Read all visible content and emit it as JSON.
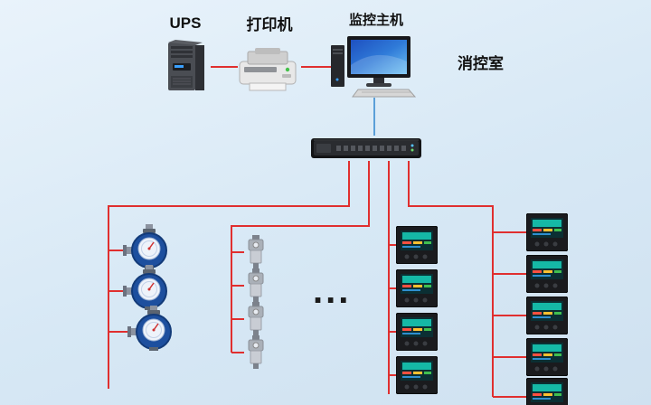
{
  "labels": {
    "ups": "UPS",
    "printer": "打印机",
    "monitor_host": "监控主机",
    "control_room": "消控室",
    "ellipsis": "..."
  },
  "colors": {
    "line_red": "#e02f2f",
    "line_blue": "#5b9fd8",
    "background_top": "#e9f3fb",
    "background_bottom": "#cfe1f0"
  },
  "icons": {
    "ups": "ups-tower-icon",
    "printer": "printer-icon",
    "monitor_host": "desktop-computer-icon",
    "collector": "data-collector-switch-icon",
    "water_meter": "water-meter-icon",
    "pressure_sensor": "pressure-sensor-icon",
    "digital_meter": "digital-meter-icon"
  },
  "device_counts": {
    "water_meters": 3,
    "pressure_sensors": 4,
    "digital_meters_left_column": 4,
    "digital_meters_right_column": 5
  }
}
